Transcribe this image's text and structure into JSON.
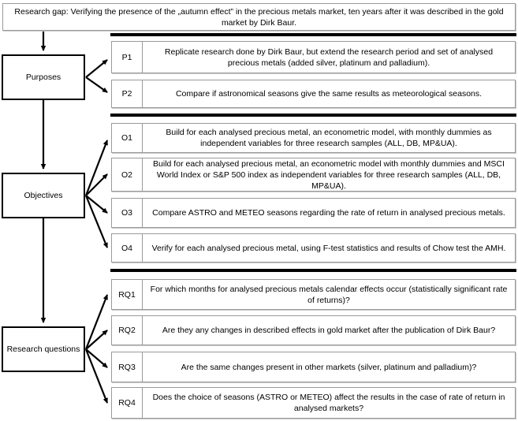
{
  "banner": {
    "text": "Research gap: Verifying the presence of the „autumn effect” in the precious metals market, ten years after it was described in the gold market by Dirk Baur."
  },
  "stages": [
    {
      "id": "purposes",
      "label": "Purposes"
    },
    {
      "id": "objectives",
      "label": "Objectives"
    },
    {
      "id": "questions",
      "label": "Research questions"
    }
  ],
  "groups": {
    "purposes": {
      "items": [
        {
          "code": "P1",
          "text": "Replicate research done by Dirk Baur, but extend the research period and set of analysed precious metals (added silver, platinum and palladium)."
        },
        {
          "code": "P2",
          "text": "Compare if astronomical seasons give the same results as meteorological seasons."
        }
      ]
    },
    "objectives": {
      "items": [
        {
          "code": "O1",
          "text": "Build for each analysed precious metal, an econometric model, with monthly dummies as independent variables for three research samples (ALL, DB, MP&UA)."
        },
        {
          "code": "O2",
          "text": "Build for each analysed precious metal, an econometric model with monthly dummies and MSCI World Index or S&P 500 index as independent variables for three research samples (ALL, DB, MP&UA)."
        },
        {
          "code": "O3",
          "text": "Compare ASTRO and METEO seasons regarding the rate of return in analysed precious metals."
        },
        {
          "code": "O4",
          "text": "Verify for each analysed precious metal, using F-test statistics and results of Chow test the AMH."
        }
      ]
    },
    "questions": {
      "items": [
        {
          "code": "RQ1",
          "text": "For which months for analysed precious metals calendar effects occur (statistically significant rate of returns)?"
        },
        {
          "code": "RQ2",
          "text": "Are they any changes in described effects in gold market after the publication of Dirk Baur?"
        },
        {
          "code": "RQ3",
          "text": "Are the same changes present in other markets (silver, platinum and palladium)?"
        },
        {
          "code": "RQ4",
          "text": "Does the choice of seasons (ASTRO or METEO) affect the results in the case of rate of return in analysed markets?"
        }
      ]
    }
  },
  "colors": {
    "line": "#000000",
    "panel_border": "#9a9a9a",
    "panel_shadow": "#c9c9c9",
    "background": "#ffffff"
  }
}
